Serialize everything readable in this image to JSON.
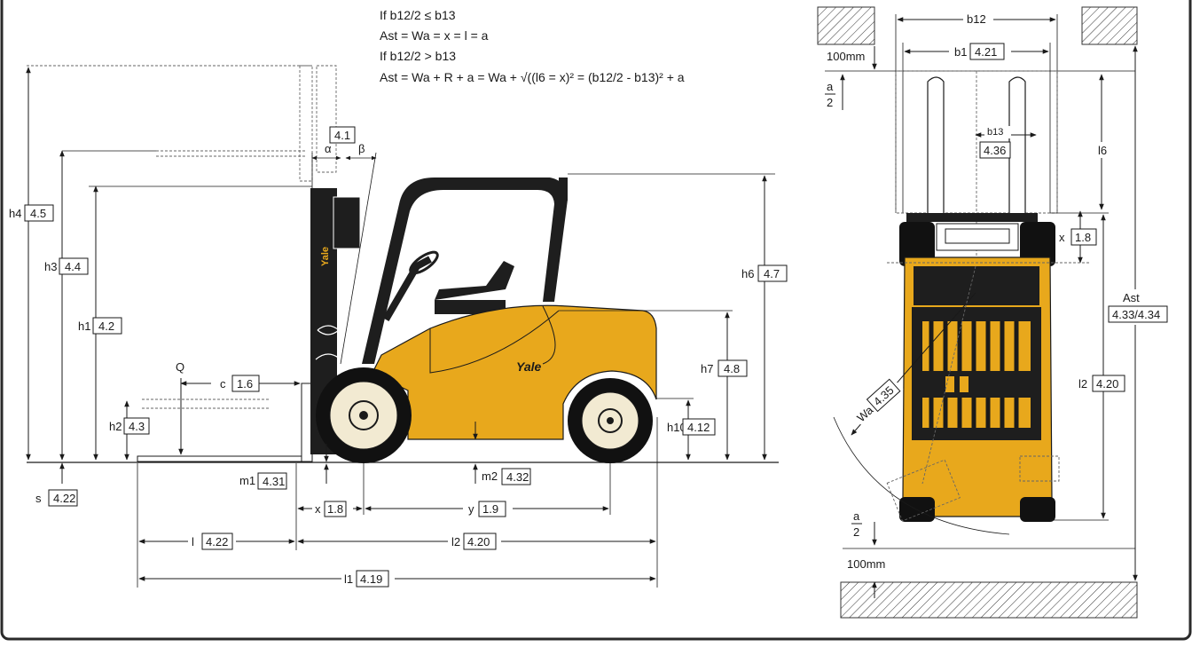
{
  "formulas": {
    "line1": "If b12/2 ≤ b13",
    "line2": "Ast = Wa = x = l = a",
    "line3": "If b12/2 > b13",
    "line4": "Ast = Wa + R + a = Wa + √((l6 = x)² = (b12/2 - b13)² + a"
  },
  "brand": "Yale",
  "colors": {
    "body": "#e8a81c",
    "dark": "#1a1a1a",
    "tyre": "#111111",
    "hub": "#f2ead2",
    "frame": "#2a2a2a"
  },
  "side_view": {
    "h4": {
      "sym": "h4",
      "ref": "4.5"
    },
    "h3": {
      "sym": "h3",
      "ref": "4.4"
    },
    "h1": {
      "sym": "h1",
      "ref": "4.2"
    },
    "h2": {
      "sym": "h2",
      "ref": "4.3"
    },
    "h6": {
      "sym": "h6",
      "ref": "4.7"
    },
    "h7": {
      "sym": "h7",
      "ref": "4.8"
    },
    "h10": {
      "sym": "h10",
      "ref": "4.12"
    },
    "tilt": {
      "ref": "4.1",
      "alpha": "α",
      "beta": "β"
    },
    "q": "Q",
    "c": {
      "sym": "c",
      "ref": "1.6"
    },
    "s": {
      "sym": "s",
      "ref": "4.22"
    },
    "m1": {
      "sym": "m1",
      "ref": "4.31"
    },
    "m2": {
      "sym": "m2",
      "ref": "4.32"
    },
    "x": {
      "sym": "x",
      "ref": "1.8"
    },
    "y": {
      "sym": "y",
      "ref": "1.9"
    },
    "l": {
      "sym": "l",
      "ref": "4.22"
    },
    "l2": {
      "sym": "l2",
      "ref": "4.20"
    },
    "l1": {
      "sym": "l1",
      "ref": "4.19"
    }
  },
  "top_view": {
    "b12": {
      "sym": "b12"
    },
    "b1": {
      "sym": "b1",
      "ref": "4.21"
    },
    "b13": {
      "sym": "b13",
      "ref": "4.36"
    },
    "l6": {
      "sym": "l6"
    },
    "x": {
      "sym": "x",
      "ref": "1.8"
    },
    "ast": {
      "sym": "Ast",
      "ref": "4.33/4.34"
    },
    "l2": {
      "sym": "l2",
      "ref": "4.20"
    },
    "wa": {
      "sym": "Wa",
      "ref": "4.35"
    },
    "clearance_top": "100mm",
    "clearance_bottom": "100mm",
    "a_num": "a",
    "a_den": "2"
  }
}
